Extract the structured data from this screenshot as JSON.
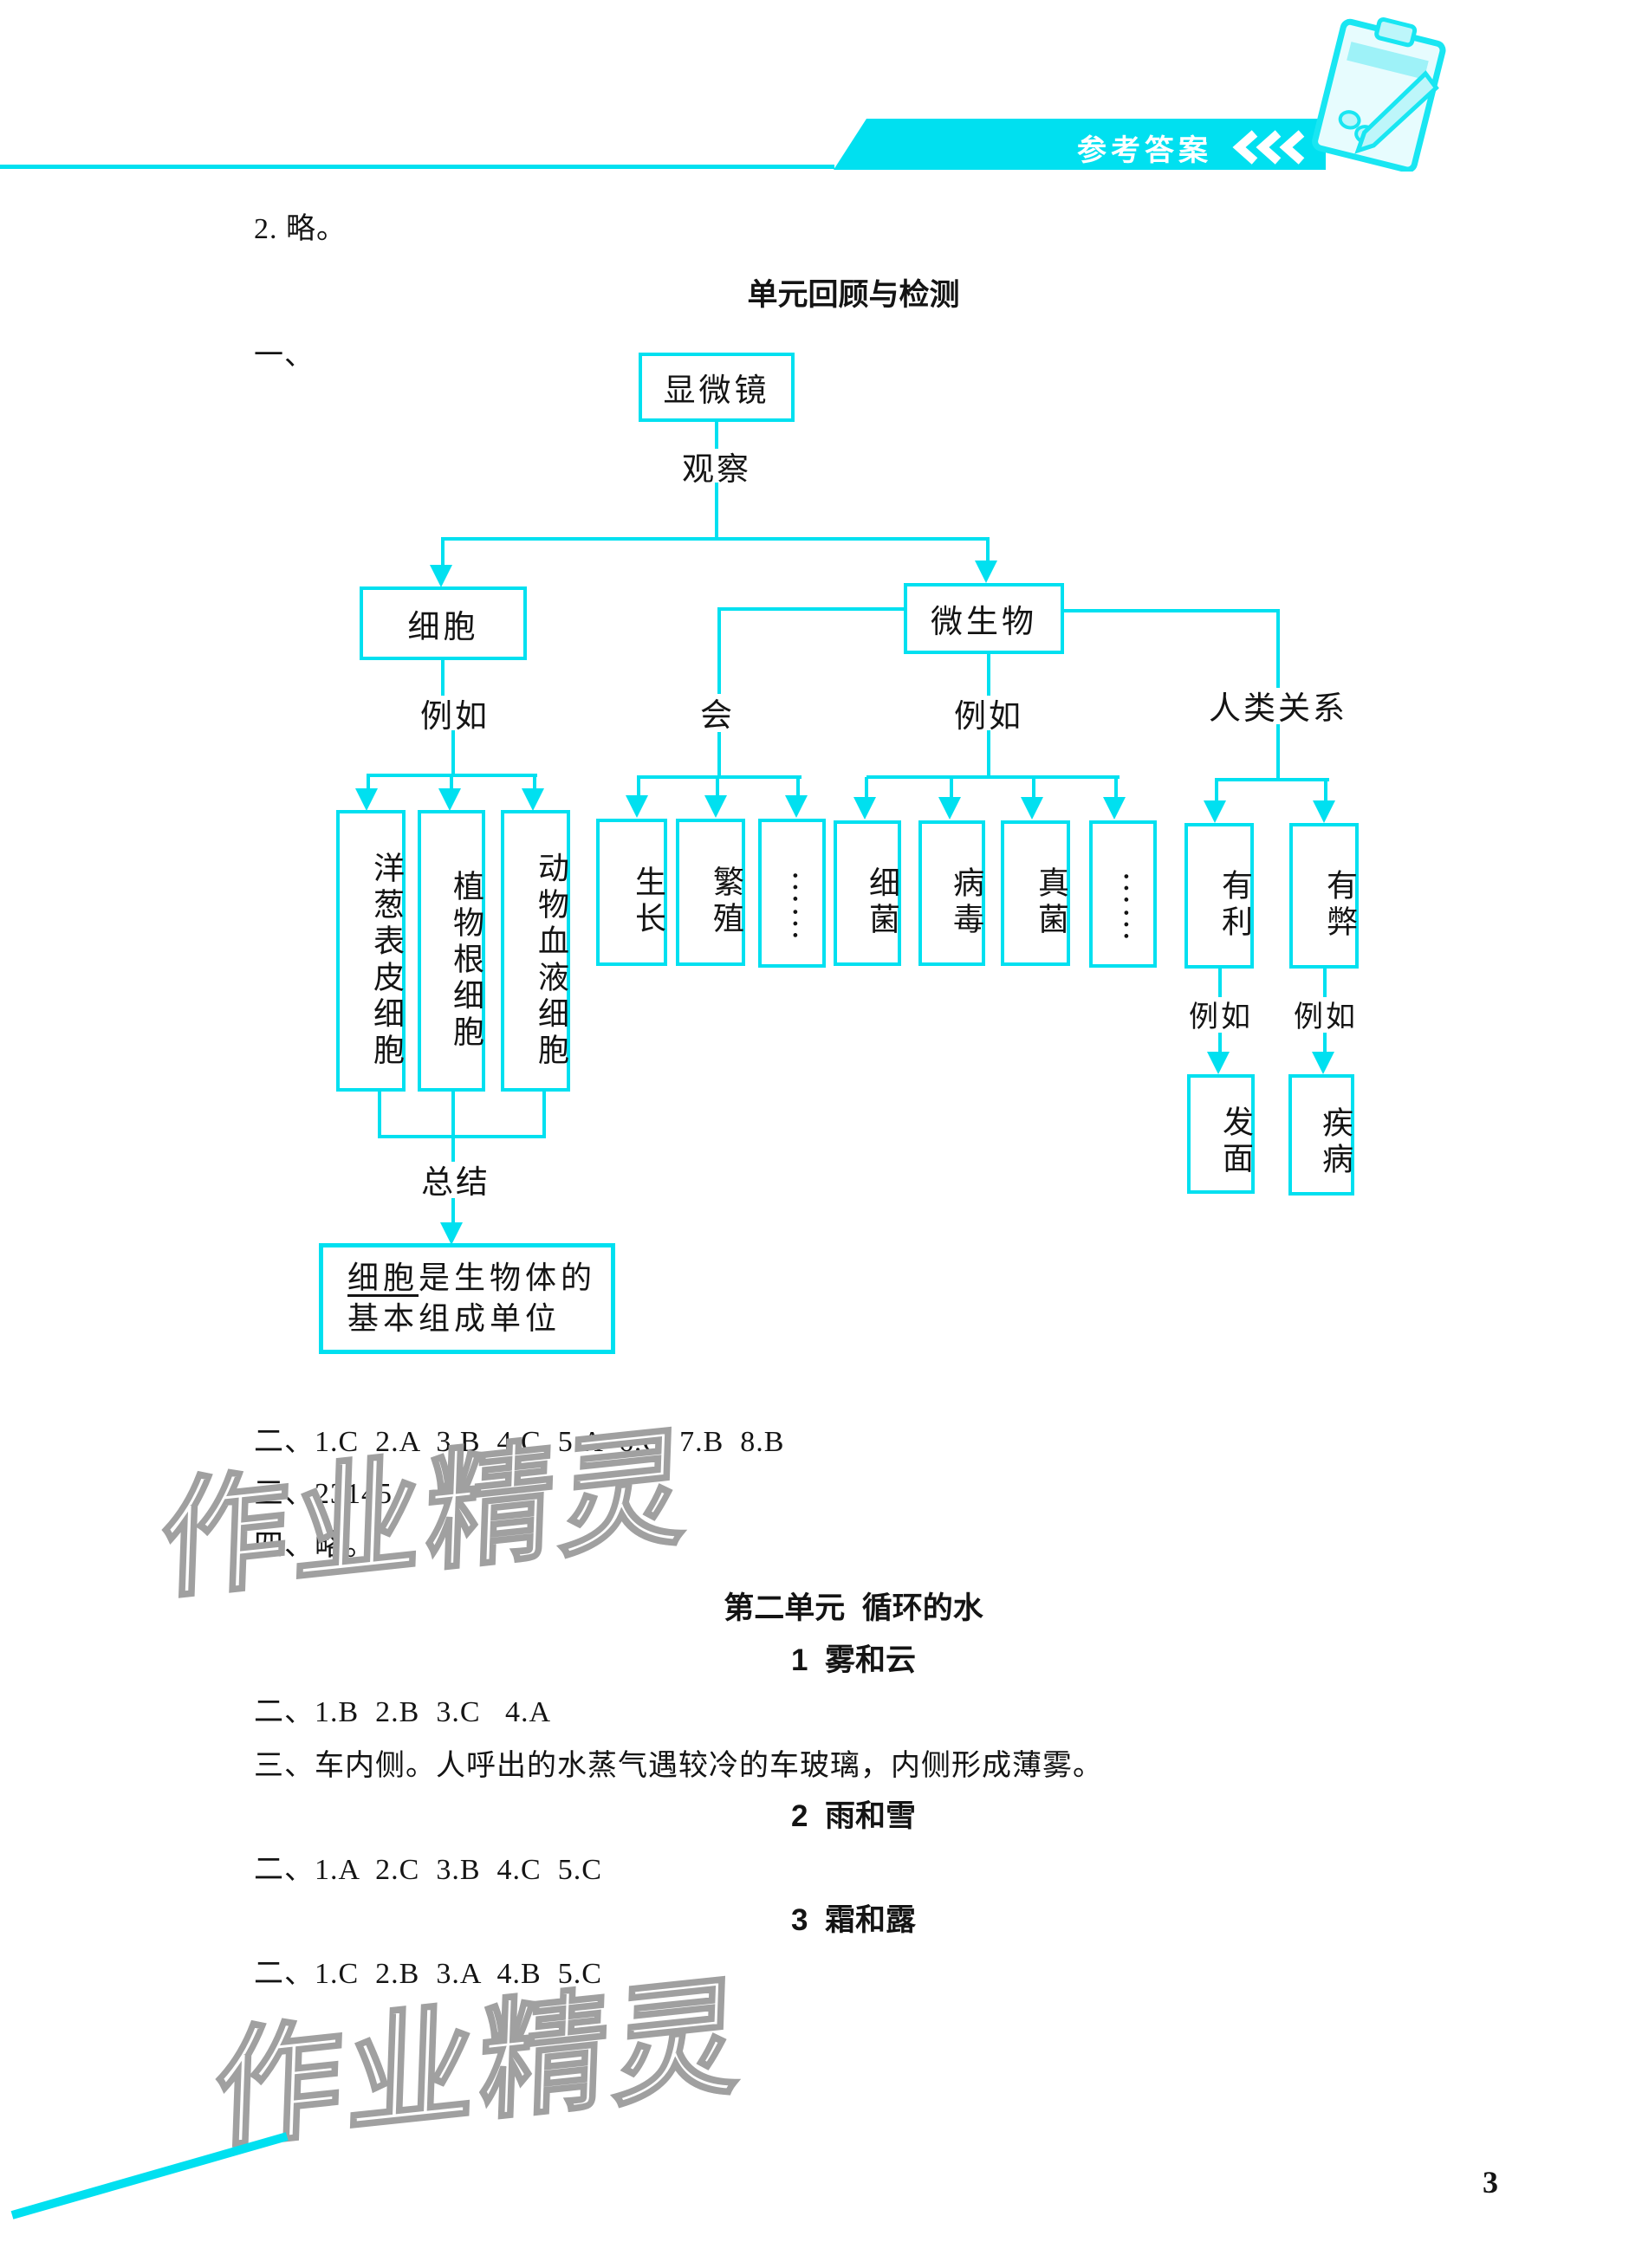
{
  "colors": {
    "accent_cyan": "#00e0f0",
    "text": "#141414",
    "watermark_gray": "#a0a0a0"
  },
  "banner": {
    "title": "参考答案",
    "chevrons_icon": "left-triple-chevron",
    "corner_icon": "clipboard-pen"
  },
  "page": {
    "number": "3"
  },
  "intro": {
    "line": "2. 略。"
  },
  "section1": {
    "heading": "单元回顾与检测",
    "q1_label": "一、",
    "answers_2": "二、1.C  2.A  3.B  4.C  5.A  6.C  7.B  8.B",
    "answers_3": "三、23145",
    "answers_4": "四、略。"
  },
  "flowchart": {
    "root": "显微镜",
    "observe": "观察",
    "cell": "细胞",
    "microbe": "微生物",
    "eg_left": "例如",
    "can": "会",
    "eg_right": "例如",
    "relation": "人类关系",
    "cell_examples": [
      "洋葱表皮细胞",
      "植物根细胞",
      "动物血液细胞"
    ],
    "can_items": [
      "生长",
      "繁殖",
      "……"
    ],
    "microbe_examples": [
      "细菌",
      "病毒",
      "真菌",
      "……"
    ],
    "relation_items": [
      "有利",
      "有弊"
    ],
    "eg_benefit": "例如",
    "eg_harm": "例如",
    "benefit_example": "发面",
    "harm_example": "疾病",
    "summarize": "总结",
    "conclusion_underlined": "细胞",
    "conclusion_rest_line1": "是生物体的",
    "conclusion_line2": "基本组成单位"
  },
  "unit2": {
    "heading": "第二单元  循环的水",
    "lesson1": {
      "heading": "1  雾和云",
      "answers_2": "二、1.B  2.B  3.C   4.A",
      "answers_3": "三、车内侧。人呼出的水蒸气遇较冷的车玻璃，内侧形成薄雾。"
    },
    "lesson2": {
      "heading": "2  雨和雪",
      "answers_2": "二、1.A  2.C  3.B  4.C  5.C"
    },
    "lesson3": {
      "heading": "3  霜和露",
      "answers_2": "二、1.C  2.B  3.A  4.B  5.C"
    }
  },
  "watermark": {
    "text": "作业精灵"
  }
}
